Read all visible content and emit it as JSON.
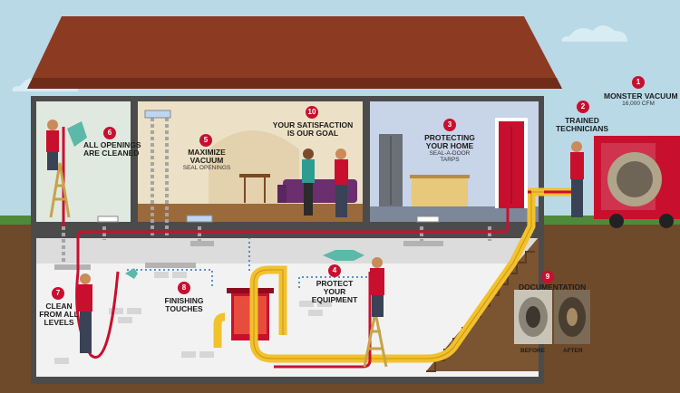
{
  "steps": [
    {
      "num": "1",
      "title": "MONSTER VACUUM",
      "subtitle": "16,000 CFM"
    },
    {
      "num": "2",
      "title": "TRAINED\nTECHNICIANS"
    },
    {
      "num": "3",
      "title": "PROTECTING\nYOUR HOME",
      "subtitle": "SEAL-A-DOOR\nTARPS"
    },
    {
      "num": "4",
      "title": "PROTECT\nYOUR\nEQUIPMENT"
    },
    {
      "num": "5",
      "title": "MAXIMIZE\nVACUUM",
      "subtitle": "SEAL OPENINGS"
    },
    {
      "num": "6",
      "title": "ALL OPENINGS\nARE CLEANED"
    },
    {
      "num": "7",
      "title": "CLEAN\nFROM ALL\nLEVELS"
    },
    {
      "num": "8",
      "title": "FINISHING\nTOUCHES"
    },
    {
      "num": "9",
      "title": "DOCUMENTATION"
    },
    {
      "num": "10",
      "title": "YOUR SATISFACTION\nIS OUR GOAL"
    }
  ],
  "documentation": {
    "before": "BEFORE",
    "after": "AFTER"
  },
  "colors": {
    "sky": "#b8d8e6",
    "grass": "#4f8a3a",
    "soil": "#6e4a2a",
    "roof": "#8c3b22",
    "wall": "#4b4b4b",
    "duct": "#f2c12e",
    "hose": "#c8102e",
    "truck": "#c8102e"
  }
}
